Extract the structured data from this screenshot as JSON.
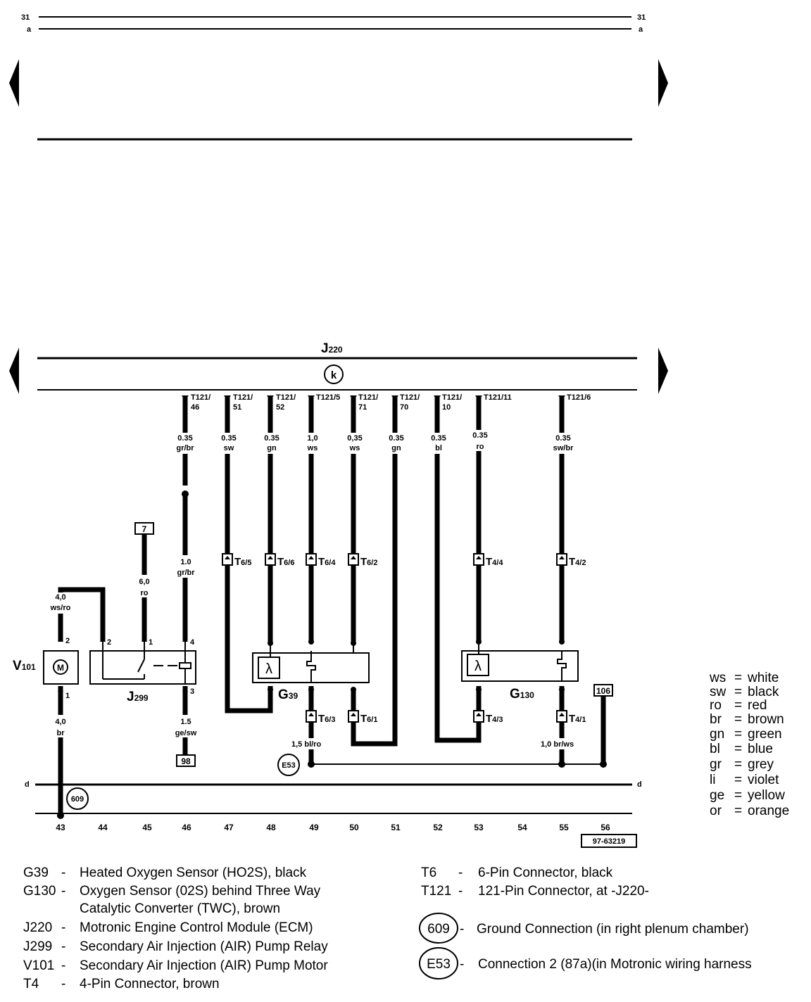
{
  "top": {
    "ref_31": "31",
    "ref_a": "a"
  },
  "bottom_ref": "d",
  "ecm": {
    "name": "J",
    "sub": "220"
  },
  "terminals": [
    {
      "label": "T121/",
      "label2": "46",
      "size": "0.35",
      "color": "gr/br"
    },
    {
      "label": "T121/",
      "label2": "51",
      "size": "0.35",
      "color": "sw"
    },
    {
      "label": "T121/",
      "label2": "52",
      "size": "0.35",
      "color": "gn"
    },
    {
      "label": "T121/5",
      "label2": "",
      "size": "1,0",
      "color": "ws"
    },
    {
      "label": "T121/",
      "label2": "71",
      "size": "0,35",
      "color": "ws"
    },
    {
      "label": "T121/",
      "label2": "70",
      "size": "0.35",
      "color": "gn"
    },
    {
      "label": "T121/",
      "label2": "10",
      "size": "0.35",
      "color": "bl"
    },
    {
      "label": "T121/11",
      "label2": "",
      "size": "0.35",
      "color": "ro"
    },
    {
      "label": "T121/6",
      "label2": "",
      "size": "0.35",
      "color": "sw/br"
    }
  ],
  "wires": {
    "w46b": {
      "size": "1.0",
      "color": "gr/br"
    },
    "w45": {
      "size": "6,0",
      "color": "ro"
    },
    "w43a": {
      "size": "4,0",
      "color": "ws/ro"
    },
    "w43b": {
      "size": "4,0",
      "color": "br"
    },
    "w46c": {
      "size": "1.5",
      "color": "ge/sw"
    },
    "w49": {
      "label": "1,5 bl/ro"
    },
    "w55": {
      "label": "1,0 br/ws"
    }
  },
  "refs": {
    "r7": "7",
    "r98": "98",
    "r106": "106"
  },
  "connectors": {
    "c65": {
      "t": "T",
      "s": "6/5"
    },
    "c66": {
      "t": "T",
      "s": "6/6"
    },
    "c64": {
      "t": "T",
      "s": "6/4"
    },
    "c62": {
      "t": "T",
      "s": "6/2"
    },
    "c44": {
      "t": "T",
      "s": "4/4"
    },
    "c42": {
      "t": "T",
      "s": "4/2"
    },
    "c63": {
      "t": "T",
      "s": "6/3"
    },
    "c61": {
      "t": "T",
      "s": "6/1"
    },
    "c43": {
      "t": "T",
      "s": "4/3"
    },
    "c41": {
      "t": "T",
      "s": "4/1"
    }
  },
  "components": {
    "v101": {
      "name": "V",
      "sub": "101"
    },
    "j299": {
      "name": "J",
      "sub": "299"
    },
    "g39": {
      "name": "G",
      "sub": "39"
    },
    "g130": {
      "name": "G",
      "sub": "130"
    }
  },
  "pins": {
    "v2": "2",
    "v1": "1",
    "j2": "2",
    "j1": "1",
    "j4": "4",
    "j3": "3"
  },
  "grounds": {
    "g609": "609",
    "e53": "E53"
  },
  "tracks": [
    "43",
    "44",
    "45",
    "46",
    "47",
    "48",
    "49",
    "50",
    "51",
    "52",
    "53",
    "54",
    "55",
    "56"
  ],
  "diagram_id": "97-63219",
  "color_legend": [
    {
      "code": "ws",
      "name": "white"
    },
    {
      "code": "sw",
      "name": "black"
    },
    {
      "code": "ro",
      "name": "red"
    },
    {
      "code": "br",
      "name": "brown"
    },
    {
      "code": "gn",
      "name": "green"
    },
    {
      "code": "bl",
      "name": "blue"
    },
    {
      "code": "gr",
      "name": "grey"
    },
    {
      "code": "li",
      "name": "violet"
    },
    {
      "code": "ge",
      "name": "yellow"
    },
    {
      "code": "or",
      "name": "orange"
    }
  ],
  "legend_left": [
    {
      "code": "G39",
      "dash": "-",
      "desc": "Heated Oxygen Sensor (HO2S), black",
      "desc2": ""
    },
    {
      "code": "G130",
      "dash": "-",
      "desc": "Oxygen Sensor (02S) behind Three Way",
      "desc2": "Catalytic Converter (TWC), brown"
    },
    {
      "code": "J220",
      "dash": "-",
      "desc": "Motronic Engine Control Module (ECM)",
      "desc2": ""
    },
    {
      "code": "J299",
      "dash": "-",
      "desc": "Secondary Air Injection (AIR) Pump Relay",
      "desc2": ""
    },
    {
      "code": "V101",
      "dash": "-",
      "desc": "Secondary Air Injection (AIR) Pump Motor",
      "desc2": ""
    },
    {
      "code": "T4",
      "dash": "-",
      "desc": "4-Pin Connector, brown",
      "desc2": ""
    }
  ],
  "legend_right": [
    {
      "code": "T6",
      "dash": "-",
      "desc": "6-Pin Connector, black"
    },
    {
      "code": "T121",
      "dash": "-",
      "desc": "121-Pin Connector, at -J220-"
    }
  ],
  "legend_ground": [
    {
      "code": "609",
      "dash": "-",
      "desc": "Ground Connection (in right plenum chamber)"
    },
    {
      "code": "E53",
      "dash": "-",
      "desc": "Connection 2 (87a)(in Motronic wiring harness"
    }
  ]
}
